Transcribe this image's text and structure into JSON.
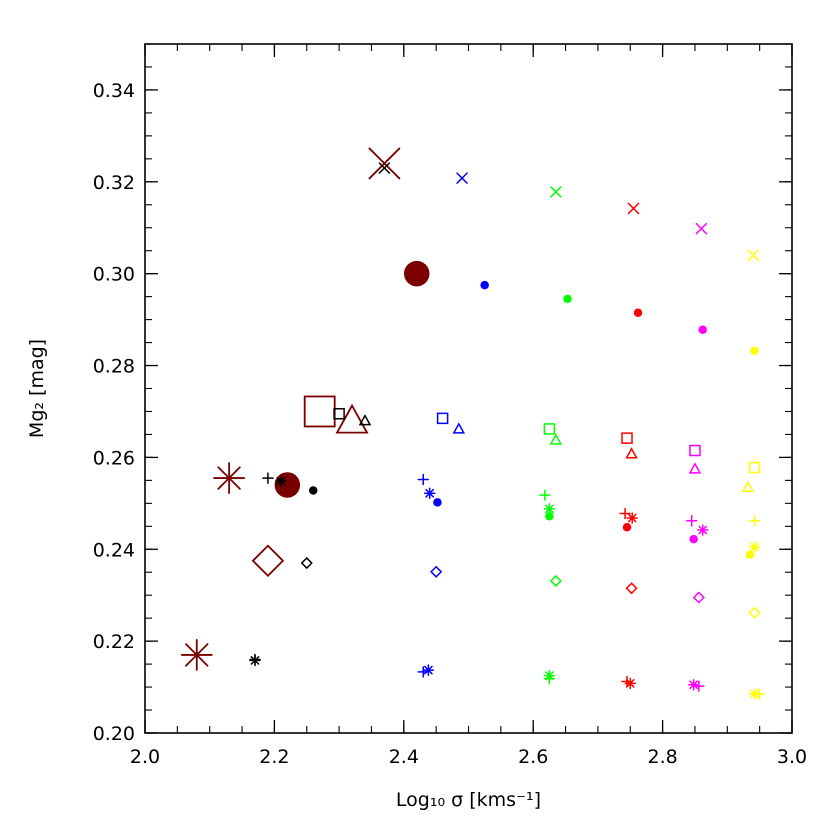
{
  "chart_data": {
    "type": "scatter",
    "title": "",
    "xlabel": "Log₁₀ σ [kms⁻¹]",
    "ylabel": "Mg₂ [mag]",
    "xlim": [
      2.0,
      3.0
    ],
    "ylim": [
      0.2,
      0.35
    ],
    "xticks": [
      "2.0",
      "2.2",
      "2.4",
      "2.6",
      "2.8",
      "3.0"
    ],
    "yticks": [
      "0.20",
      "0.22",
      "0.24",
      "0.26",
      "0.28",
      "0.30",
      "0.32",
      "0.34"
    ],
    "grid": false,
    "series": [
      {
        "color": "#7a0000",
        "symbol_scale": "large",
        "points": [
          {
            "symbol": "cross",
            "x": 2.37,
            "y": 0.324
          },
          {
            "symbol": "filled-circle",
            "x": 2.42,
            "y": 0.3
          },
          {
            "symbol": "square",
            "x": 2.27,
            "y": 0.27
          },
          {
            "symbol": "triangle",
            "x": 2.32,
            "y": 0.268
          },
          {
            "symbol": "asterisk",
            "x": 2.13,
            "y": 0.2555
          },
          {
            "symbol": "filled-circle",
            "x": 2.22,
            "y": 0.254
          },
          {
            "symbol": "diamond",
            "x": 2.19,
            "y": 0.2375
          },
          {
            "symbol": "asterisk",
            "x": 2.08,
            "y": 0.217
          }
        ]
      },
      {
        "color": "#000000",
        "points": [
          {
            "symbol": "cross",
            "x": 2.37,
            "y": 0.323
          },
          {
            "symbol": "square",
            "x": 2.3,
            "y": 0.2695
          },
          {
            "symbol": "triangle",
            "x": 2.34,
            "y": 0.268
          },
          {
            "symbol": "plus",
            "x": 2.19,
            "y": 0.2555
          },
          {
            "symbol": "asterisk",
            "x": 2.21,
            "y": 0.2548
          },
          {
            "symbol": "filled-circle",
            "x": 2.26,
            "y": 0.2528
          },
          {
            "symbol": "diamond",
            "x": 2.25,
            "y": 0.237
          },
          {
            "symbol": "plus",
            "x": 2.17,
            "y": 0.216
          },
          {
            "symbol": "asterisk",
            "x": 2.17,
            "y": 0.2158
          }
        ]
      },
      {
        "color": "#0000ff",
        "points": [
          {
            "symbol": "cross",
            "x": 2.49,
            "y": 0.3208
          },
          {
            "symbol": "filled-circle",
            "x": 2.525,
            "y": 0.2975
          },
          {
            "symbol": "square",
            "x": 2.46,
            "y": 0.2685
          },
          {
            "symbol": "triangle",
            "x": 2.485,
            "y": 0.2662
          },
          {
            "symbol": "plus",
            "x": 2.43,
            "y": 0.2552
          },
          {
            "symbol": "asterisk",
            "x": 2.44,
            "y": 0.2522
          },
          {
            "symbol": "filled-circle",
            "x": 2.452,
            "y": 0.2502
          },
          {
            "symbol": "diamond",
            "x": 2.45,
            "y": 0.2351
          },
          {
            "symbol": "plus",
            "x": 2.43,
            "y": 0.2133
          },
          {
            "symbol": "asterisk",
            "x": 2.438,
            "y": 0.2137
          }
        ]
      },
      {
        "color": "#00ff00",
        "points": [
          {
            "symbol": "cross",
            "x": 2.635,
            "y": 0.3178
          },
          {
            "symbol": "filled-circle",
            "x": 2.653,
            "y": 0.2945
          },
          {
            "symbol": "square",
            "x": 2.625,
            "y": 0.2662
          },
          {
            "symbol": "triangle",
            "x": 2.635,
            "y": 0.2638
          },
          {
            "symbol": "plus",
            "x": 2.618,
            "y": 0.2518
          },
          {
            "symbol": "asterisk",
            "x": 2.625,
            "y": 0.2488
          },
          {
            "symbol": "filled-circle",
            "x": 2.625,
            "y": 0.2472
          },
          {
            "symbol": "diamond",
            "x": 2.635,
            "y": 0.2331
          },
          {
            "symbol": "plus",
            "x": 2.625,
            "y": 0.2118
          },
          {
            "symbol": "asterisk",
            "x": 2.625,
            "y": 0.2125
          }
        ]
      },
      {
        "color": "#ff0000",
        "points": [
          {
            "symbol": "cross",
            "x": 2.755,
            "y": 0.3142
          },
          {
            "symbol": "filled-circle",
            "x": 2.762,
            "y": 0.2915
          },
          {
            "symbol": "square",
            "x": 2.745,
            "y": 0.2642
          },
          {
            "symbol": "triangle",
            "x": 2.752,
            "y": 0.2608
          },
          {
            "symbol": "plus",
            "x": 2.742,
            "y": 0.2478
          },
          {
            "symbol": "asterisk",
            "x": 2.753,
            "y": 0.2468
          },
          {
            "symbol": "filled-circle",
            "x": 2.745,
            "y": 0.2448
          },
          {
            "symbol": "diamond",
            "x": 2.752,
            "y": 0.2315
          },
          {
            "symbol": "plus",
            "x": 2.745,
            "y": 0.2112
          },
          {
            "symbol": "asterisk",
            "x": 2.75,
            "y": 0.2108
          }
        ]
      },
      {
        "color": "#ff00ff",
        "points": [
          {
            "symbol": "cross",
            "x": 2.86,
            "y": 0.3098
          },
          {
            "symbol": "filled-circle",
            "x": 2.862,
            "y": 0.2878
          },
          {
            "symbol": "square",
            "x": 2.85,
            "y": 0.2615
          },
          {
            "symbol": "triangle",
            "x": 2.85,
            "y": 0.2575
          },
          {
            "symbol": "plus",
            "x": 2.845,
            "y": 0.2462
          },
          {
            "symbol": "asterisk",
            "x": 2.862,
            "y": 0.2442
          },
          {
            "symbol": "filled-circle",
            "x": 2.848,
            "y": 0.2422
          },
          {
            "symbol": "diamond",
            "x": 2.856,
            "y": 0.2295
          },
          {
            "symbol": "plus",
            "x": 2.856,
            "y": 0.2102
          },
          {
            "symbol": "asterisk",
            "x": 2.848,
            "y": 0.2105
          }
        ]
      },
      {
        "color": "#ffff00",
        "points": [
          {
            "symbol": "cross",
            "x": 2.94,
            "y": 0.304
          },
          {
            "symbol": "filled-circle",
            "x": 2.942,
            "y": 0.2832
          },
          {
            "symbol": "square",
            "x": 2.942,
            "y": 0.2578
          },
          {
            "symbol": "triangle",
            "x": 2.932,
            "y": 0.2535
          },
          {
            "symbol": "plus",
            "x": 2.942,
            "y": 0.2462
          },
          {
            "symbol": "asterisk",
            "x": 2.942,
            "y": 0.2405
          },
          {
            "symbol": "filled-circle",
            "x": 2.935,
            "y": 0.2388
          },
          {
            "symbol": "diamond",
            "x": 2.942,
            "y": 0.2262
          },
          {
            "symbol": "plus",
            "x": 2.95,
            "y": 0.2085
          },
          {
            "symbol": "asterisk",
            "x": 2.942,
            "y": 0.2085
          }
        ]
      }
    ]
  }
}
